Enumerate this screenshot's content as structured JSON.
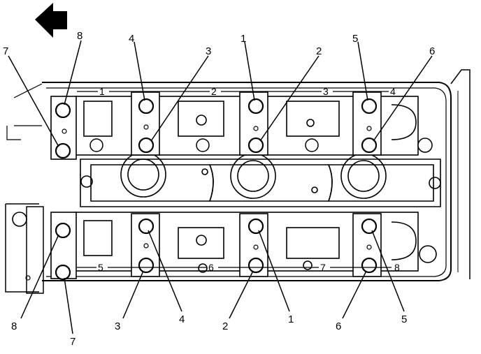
{
  "diagram": {
    "direction_arrow_icon": "left-arrow-icon",
    "top_bank": {
      "callouts": [
        {
          "key": "8",
          "label": "8"
        },
        {
          "key": "4",
          "label": "4"
        },
        {
          "key": "3",
          "label": "3"
        },
        {
          "key": "1",
          "label": "1"
        },
        {
          "key": "2",
          "label": "2"
        },
        {
          "key": "5",
          "label": "5"
        },
        {
          "key": "6",
          "label": "6"
        },
        {
          "key": "7",
          "label": "7"
        }
      ],
      "journal_labels": [
        "1",
        "2",
        "3",
        "4"
      ]
    },
    "bottom_bank": {
      "callouts": [
        {
          "key": "8",
          "label": "8"
        },
        {
          "key": "3",
          "label": "3"
        },
        {
          "key": "4",
          "label": "4"
        },
        {
          "key": "2",
          "label": "2"
        },
        {
          "key": "1",
          "label": "1"
        },
        {
          "key": "6",
          "label": "6"
        },
        {
          "key": "5",
          "label": "5"
        },
        {
          "key": "7",
          "label": "7"
        }
      ],
      "journal_labels": [
        "5",
        "6",
        "7",
        "8"
      ]
    }
  }
}
